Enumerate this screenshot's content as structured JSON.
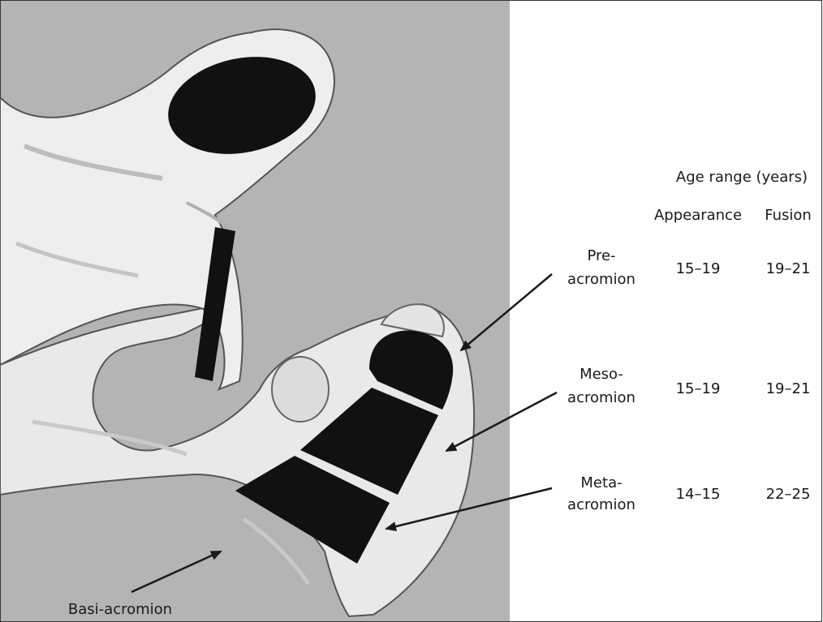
{
  "table": {
    "title": "Age range (years)",
    "columns": [
      "Appearance",
      "Fusion"
    ],
    "rows": [
      {
        "label_line1": "Pre-",
        "label_line2": "acromion",
        "appearance": "15–19",
        "fusion": "19–21"
      },
      {
        "label_line1": "Meso-",
        "label_line2": "acromion",
        "appearance": "15–19",
        "fusion": "19–21"
      },
      {
        "label_line1": "Meta-",
        "label_line2": "acromion",
        "appearance": "14–15",
        "fusion": "22–25"
      }
    ]
  },
  "basi_label": "Basi-acromion",
  "colors": {
    "background_panel": "#b4b4b4",
    "bone": "#ececec",
    "bone_shadow": "#bdbdbd",
    "ossification_center": "#111111"
  }
}
